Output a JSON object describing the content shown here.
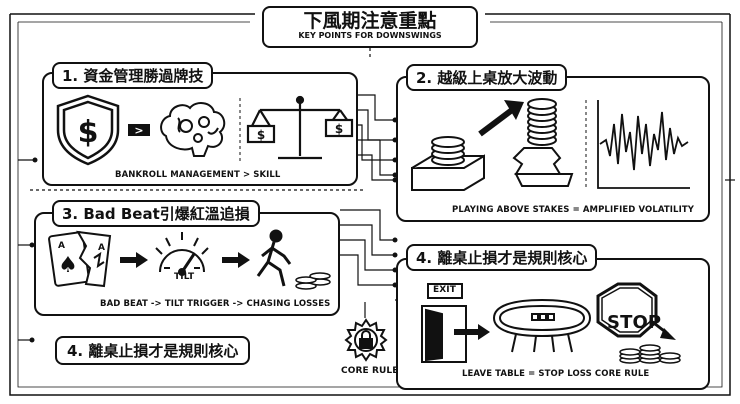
{
  "title": {
    "main": "下風期注意重點",
    "sub": "KEY POINTS FOR DOWNSWINGS"
  },
  "sections": [
    {
      "tab": "1. 資金管理勝過牌技",
      "caption": "BANKROLL MANAGEMENT > SKILL",
      "icons": [
        "shield-dollar-icon",
        "arrow-right-icon",
        "brain-gears-icon",
        "balance-scale-icon"
      ]
    },
    {
      "tab": "2. 越級上桌放大波動",
      "caption": "PLAYING ABOVE STAKES = AMPLIFIED VOLATILITY",
      "icons": [
        "chip-stack-icon",
        "trend-arrow-icon",
        "crumbling-chip-stack-icon",
        "volatility-wave-icon"
      ]
    },
    {
      "tab": "3. Bad Beat引爆紅溫追損",
      "caption": "BAD BEAT -> TILT TRIGGER -> CHASING LOSSES",
      "icons": [
        "torn-cards-icon",
        "tilt-gauge-icon",
        "chasing-man-icon"
      ],
      "gauge_label": "TILT"
    },
    {
      "tab": "4. 離桌止損才是規則核心",
      "caption": "LEAVE TABLE = STOP LOSS CORE RULE",
      "icons": [
        "exit-door-icon",
        "poker-table-icon",
        "stop-sign-icon",
        "chip-stack-icon"
      ],
      "exit_label": "EXIT",
      "stop_label": "STOP"
    },
    {
      "tab": "4. 離桌止損才是規則核心",
      "icons": [
        "gear-lock-icon"
      ]
    }
  ],
  "core_rule": {
    "label": "CORE RULE"
  }
}
